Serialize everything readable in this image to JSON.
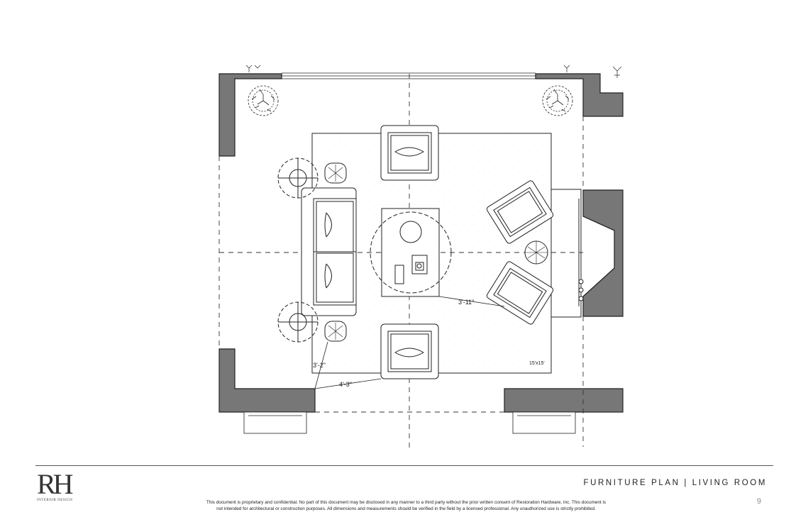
{
  "dimensions": {
    "chair_to_table": "3'-11\"",
    "left_clear": "3'-2\"",
    "bottom_clear": "4'-3\""
  },
  "rug_size": "15'x15'",
  "footer": {
    "logo_mark": "RH",
    "logo_sub": "INTERIOR DESIGN",
    "title": "FURNITURE PLAN | LIVING ROOM",
    "page_number": "9",
    "disclaimer_line1": "This document is proprietary and confidential. No part of this document may be disclosed in any manner to a third party without the prior written consent of Restoration Hardware, Inc. This document is",
    "disclaimer_line2": "not intended for architectural or construction purposes. All dimensions and measurements should be verified in the field by a licensed professional. Any unauthorized use is strictly prohibited."
  },
  "colors": {
    "wall_fill": "#777777",
    "line": "#222222"
  }
}
